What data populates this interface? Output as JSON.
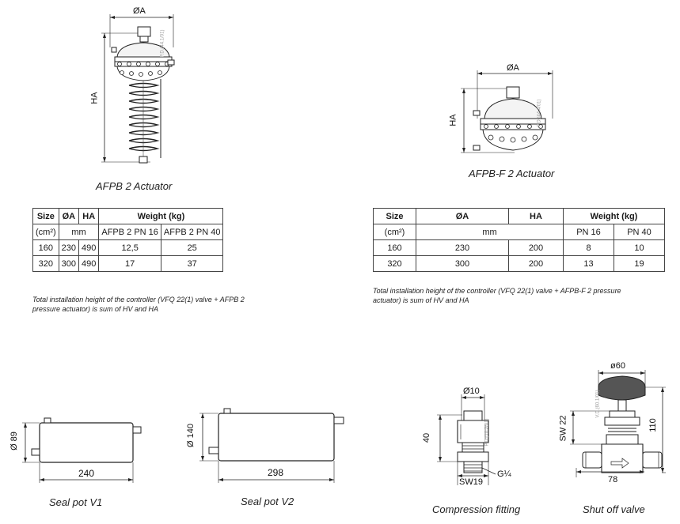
{
  "afpb2": {
    "caption": "AFPB 2 Actuator",
    "dim_a": "ØA",
    "dim_h": "HA",
    "code": "P.D.(44.1/01)",
    "table": {
      "header": [
        "Size",
        "ØA",
        "HA",
        "Weight (kg)"
      ],
      "subheader": [
        "(cm²)",
        "mm",
        "AFPB 2 PN 16",
        "AFPB 2 PN 40"
      ],
      "rows": [
        [
          "160",
          "230",
          "490",
          "12,5",
          "25"
        ],
        [
          "320",
          "300",
          "490",
          "17",
          "37"
        ]
      ]
    },
    "note": "Total installation height of the controller (VFQ 22(1) valve + AFPB 2 pressure actuator) is sum of HV and HA"
  },
  "afpbf2": {
    "caption": "AFPB-F 2 Actuator",
    "dim_a": "ØA",
    "dim_h": "HA",
    "code": "P.D.(44.4/01)",
    "table": {
      "header": [
        "Size",
        "ØA",
        "HA",
        "Weight (kg)"
      ],
      "subheader": [
        "(cm²)",
        "mm",
        "PN 16",
        "PN 40"
      ],
      "rows": [
        [
          "160",
          "230",
          "200",
          "8",
          "10"
        ],
        [
          "320",
          "300",
          "200",
          "13",
          "19"
        ]
      ]
    },
    "note": "Total installation height of the controller (VFQ 22(1) valve + AFPB-F 2 pressure actuator) is sum of HV and HA"
  },
  "seal_v1": {
    "caption": "Seal pot V1",
    "dia": "Ø 89",
    "len": "240"
  },
  "seal_v2": {
    "caption": "Seal pot V2",
    "dia": "Ø 140",
    "len": "298"
  },
  "fitting": {
    "caption": "Compression fitting",
    "dia": "Ø10",
    "height": "40",
    "sw": "SW19",
    "thread": "G¼",
    "code": "P.D.(10.2/01)"
  },
  "shutoff": {
    "caption": "Shut off valve",
    "dia": "ø60",
    "sw": "SW 22",
    "height": "110",
    "width": "78",
    "code": "V.D.(60.1/01)"
  }
}
